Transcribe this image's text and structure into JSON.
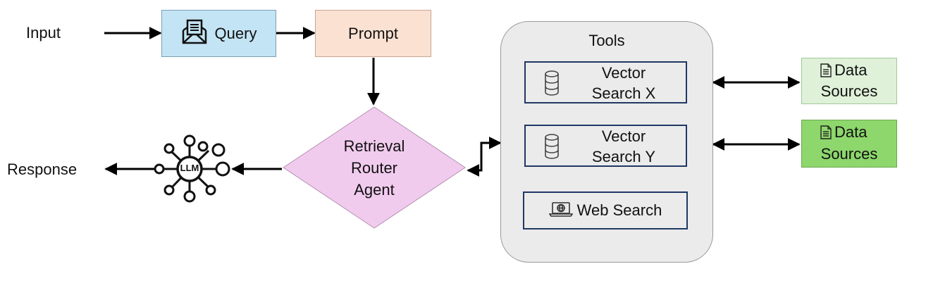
{
  "input_label": "Input",
  "response_label": "Response",
  "query": {
    "label": "Query",
    "icon": "mail-document-icon",
    "color": "#c3e4f4"
  },
  "prompt": {
    "label": "Prompt",
    "color": "#fbe1d2"
  },
  "router": {
    "line1": "Retrieval",
    "line2": "Router",
    "line3": "Agent",
    "color": "#f1cbee"
  },
  "llm": {
    "label": "LLM",
    "icon": "llm-network-icon"
  },
  "tools": {
    "title": "Tools",
    "color": "#ebebeb",
    "vector_x": {
      "line1": "Vector",
      "line2": "Search X",
      "icon": "database-icon"
    },
    "vector_y": {
      "line1": "Vector",
      "line2": "Search Y",
      "icon": "database-icon"
    },
    "web": {
      "label": "Web Search",
      "icon": "laptop-globe-icon"
    }
  },
  "sources_1": {
    "line1": "Data",
    "line2": "Sources",
    "icon": "document-icon",
    "color": "#dff1d9"
  },
  "sources_2": {
    "line1": "Data",
    "line2": "Sources",
    "icon": "document-icon",
    "color": "#8dd76c"
  }
}
